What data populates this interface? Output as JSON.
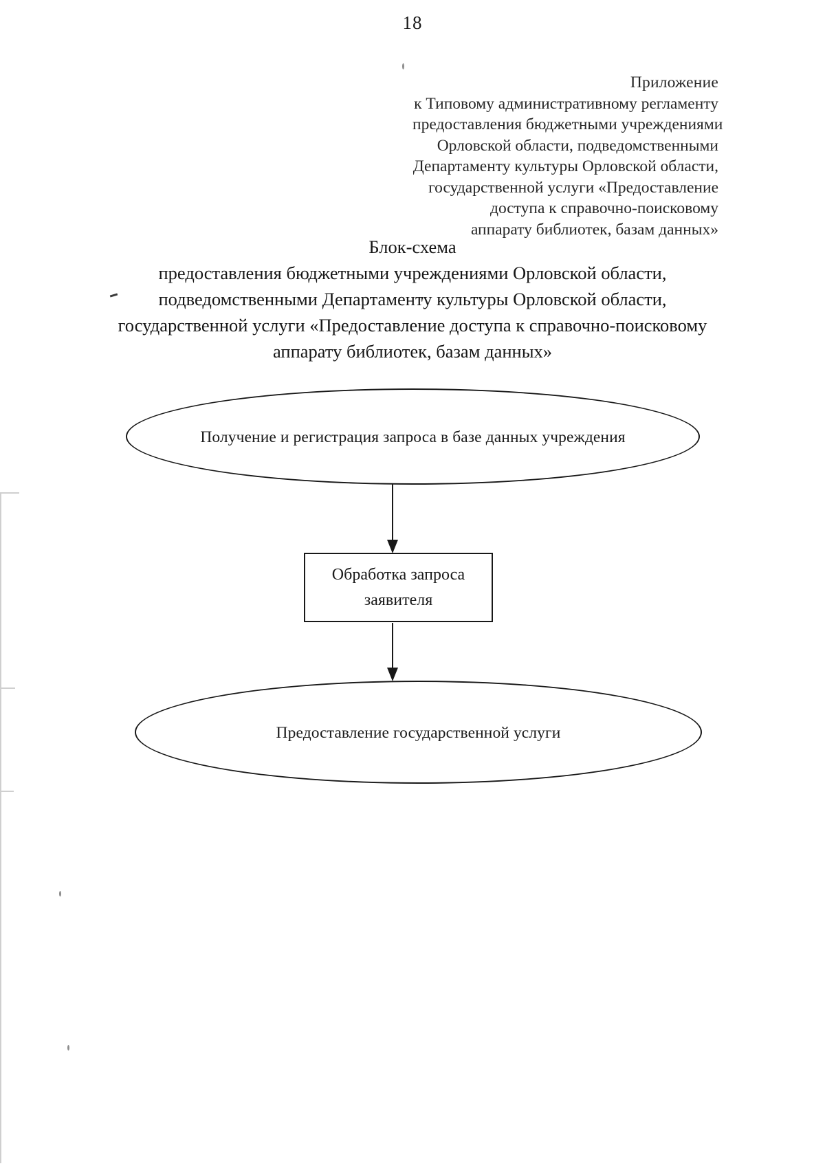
{
  "page": {
    "folio": "18",
    "language": "ru"
  },
  "appendix_reference": {
    "lines": [
      "Приложение",
      "к Типовому административному регламенту",
      "предоставления бюджетными учреждениями",
      "Орловской области, подведомственными",
      "Департаменту культуры Орловской области,",
      "государственной услуги «Предоставление",
      "доступа к справочно-поисковому",
      "аппарату библиотек, базам данных»"
    ]
  },
  "document_title": {
    "lines": [
      "Блок-схема",
      "предоставления бюджетными учреждениями Орловской области,",
      "подведомственными Департаменту культуры Орловской области,",
      "государственной услуги «Предоставление доступа к справочно-поисковому",
      "аппарату библиотек, базам данных»"
    ]
  },
  "flowchart": {
    "type": "flowchart",
    "orientation": "vertical",
    "nodes": [
      {
        "id": "start",
        "shape": "ellipse",
        "label": "Получение и регистрация запроса в базе данных учреждения"
      },
      {
        "id": "process",
        "shape": "rectangle",
        "label_line_1": "Обработка запроса",
        "label_line_2": "заявителя"
      },
      {
        "id": "end",
        "shape": "ellipse",
        "label": "Предоставление государственной услуги"
      }
    ],
    "edges": [
      {
        "from": "start",
        "to": "process",
        "style": "arrow-down"
      },
      {
        "from": "process",
        "to": "end",
        "style": "arrow-down"
      }
    ],
    "colors": {
      "stroke": "#181818",
      "fill": "#ffffff"
    }
  }
}
